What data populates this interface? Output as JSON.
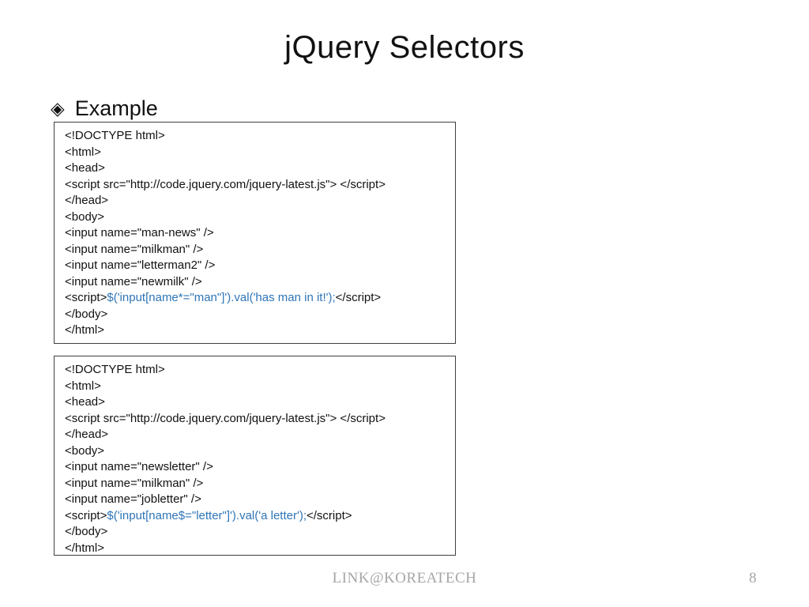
{
  "slide": {
    "title": "jQuery Selectors",
    "section": {
      "bullet_icon": "◈",
      "label": "Example"
    },
    "footer": {
      "center": "LINK@KOREATECH",
      "page_number": "8"
    },
    "colors": {
      "code_text": "#111111",
      "jquery_code": "#2E75B6",
      "footer_text": "#A6A6A6",
      "box_border": "#3F3F3F",
      "title_text": "#111111"
    }
  },
  "code_blocks": [
    {
      "lines": [
        [
          {
            "t": "<!DOCTYPE html>"
          }
        ],
        [
          {
            "t": "<html>"
          }
        ],
        [
          {
            "t": "<head>"
          }
        ],
        [
          {
            "t": "<script src=\"http://code.jquery.com/jquery-latest.js\"> </script>"
          }
        ],
        [
          {
            "t": "</head>"
          }
        ],
        [
          {
            "t": "<body>"
          }
        ],
        [
          {
            "t": "<input name=\"man-news\" />"
          }
        ],
        [
          {
            "t": "<input name=\"milkman\" />"
          }
        ],
        [
          {
            "t": "<input name=\"letterman2\" />"
          }
        ],
        [
          {
            "t": "<input name=\"newmilk\" />"
          }
        ],
        [
          {
            "t": "<script>"
          },
          {
            "t": "$('input[name*=\"man\"]').val('has man in it!');",
            "accent": true
          },
          {
            "t": "</script>"
          }
        ],
        [
          {
            "t": "</body>"
          }
        ],
        [
          {
            "t": "</html>"
          }
        ]
      ]
    },
    {
      "lines": [
        [
          {
            "t": "<!DOCTYPE html>"
          }
        ],
        [
          {
            "t": "<html>"
          }
        ],
        [
          {
            "t": "<head>"
          }
        ],
        [
          {
            "t": "<script src=\"http://code.jquery.com/jquery-latest.js\"> </script>"
          }
        ],
        [
          {
            "t": "</head>"
          }
        ],
        [
          {
            "t": "<body>"
          }
        ],
        [
          {
            "t": "<input name=\"newsletter\" />"
          }
        ],
        [
          {
            "t": "<input name=\"milkman\" />"
          }
        ],
        [
          {
            "t": "<input name=\"jobletter\" />"
          }
        ],
        [
          {
            "t": "<script>"
          },
          {
            "t": "$('input[name$=\"letter\"]').val('a letter');",
            "accent": true
          },
          {
            "t": "</script>"
          }
        ],
        [
          {
            "t": "</body>"
          }
        ],
        [
          {
            "t": "</html>"
          }
        ]
      ]
    }
  ]
}
